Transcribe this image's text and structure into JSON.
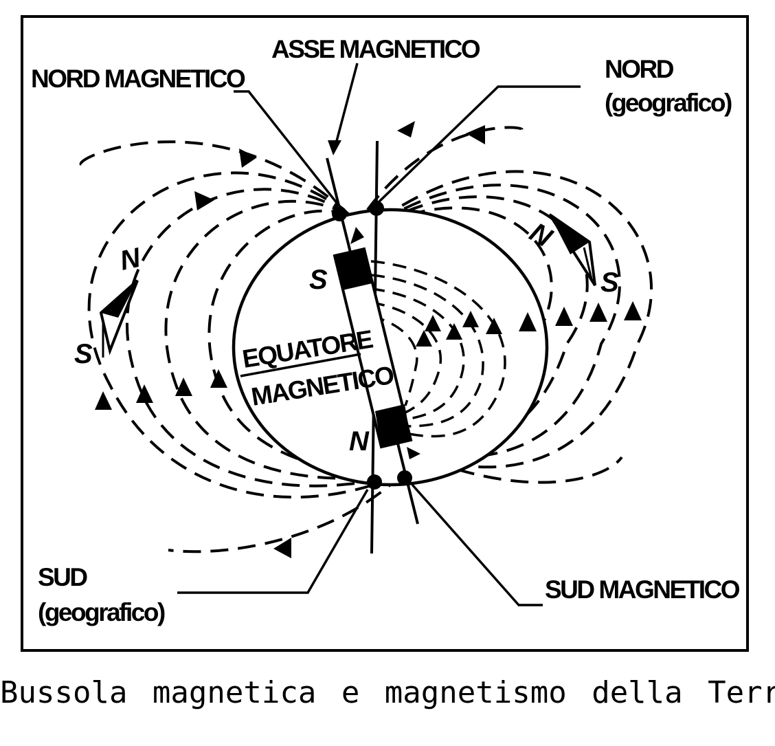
{
  "labels": {
    "asse_magnetico": "ASSE MAGNETICO",
    "nord_magnetico": "NORD MAGNETICO",
    "nord_geografico_line1": "NORD",
    "nord_geografico_line2": "(geografico)",
    "sud_geografico_line1": "SUD",
    "sud_geografico_line2": "(geografico)",
    "sud_magnetico": "SUD MAGNETICO",
    "equatore_line1": "EQUATORE",
    "equatore_line2": "MAGNETICO",
    "magnet_s": "S",
    "magnet_n": "N",
    "compass_left_n": "N",
    "compass_left_s": "S",
    "compass_right_n": "N",
    "compass_right_s": "S"
  },
  "caption": "Bussola magnetica e magnetismo della Terra",
  "colors": {
    "ink": "#000000",
    "background": "#ffffff"
  }
}
